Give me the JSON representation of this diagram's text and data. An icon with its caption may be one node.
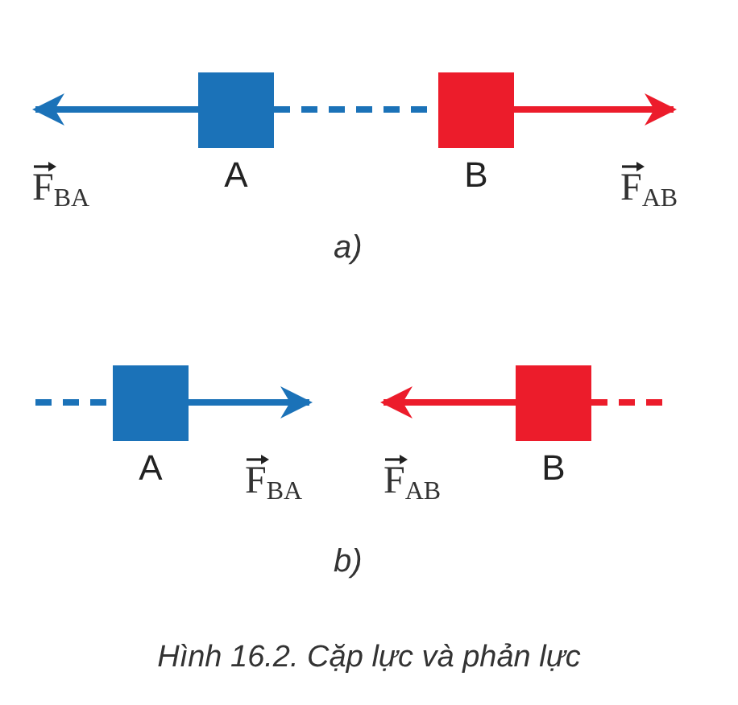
{
  "diagram": {
    "caption": "Hình 16.2. Cặp lực và phản lực",
    "nodes": [
      {
        "text": [
          "A"
        ]
      },
      {
        "text": [
          "B"
        ]
      },
      {
        "text": [
          "A"
        ]
      },
      {
        "text": [
          "B"
        ]
      }
    ],
    "edges": [
      {
        "from": 0,
        "to": null,
        "arrow": "to",
        "color": "#1b72b8",
        "label": "F$_{BA}$"
      },
      {
        "from": 0,
        "to": 1,
        "arrow": "none",
        "style": "dashed"
      },
      {
        "from": 1,
        "to": null,
        "arrow": "to",
        "color": "#ec1c2b",
        "label": "F$_{AB}$"
      },
      {
        "from": null,
        "to": 2,
        "arrow": "none",
        "style": "dashed",
        "color": "#1b72b8"
      },
      {
        "from": 2,
        "to": null,
        "arrow": "to",
        "color": "#1b72b8",
        "label": "F$_{BA}$"
      },
      {
        "from": 3,
        "to": null,
        "arrow": "to",
        "color": "#ec1c2b",
        "label": "F$_{AB}$"
      },
      {
        "from": 3,
        "to": null,
        "arrow": "none",
        "style": "dashed",
        "color": "#ec1c2b"
      }
    ],
    "labels": [
      "a)",
      "b)"
    ]
  }
}
